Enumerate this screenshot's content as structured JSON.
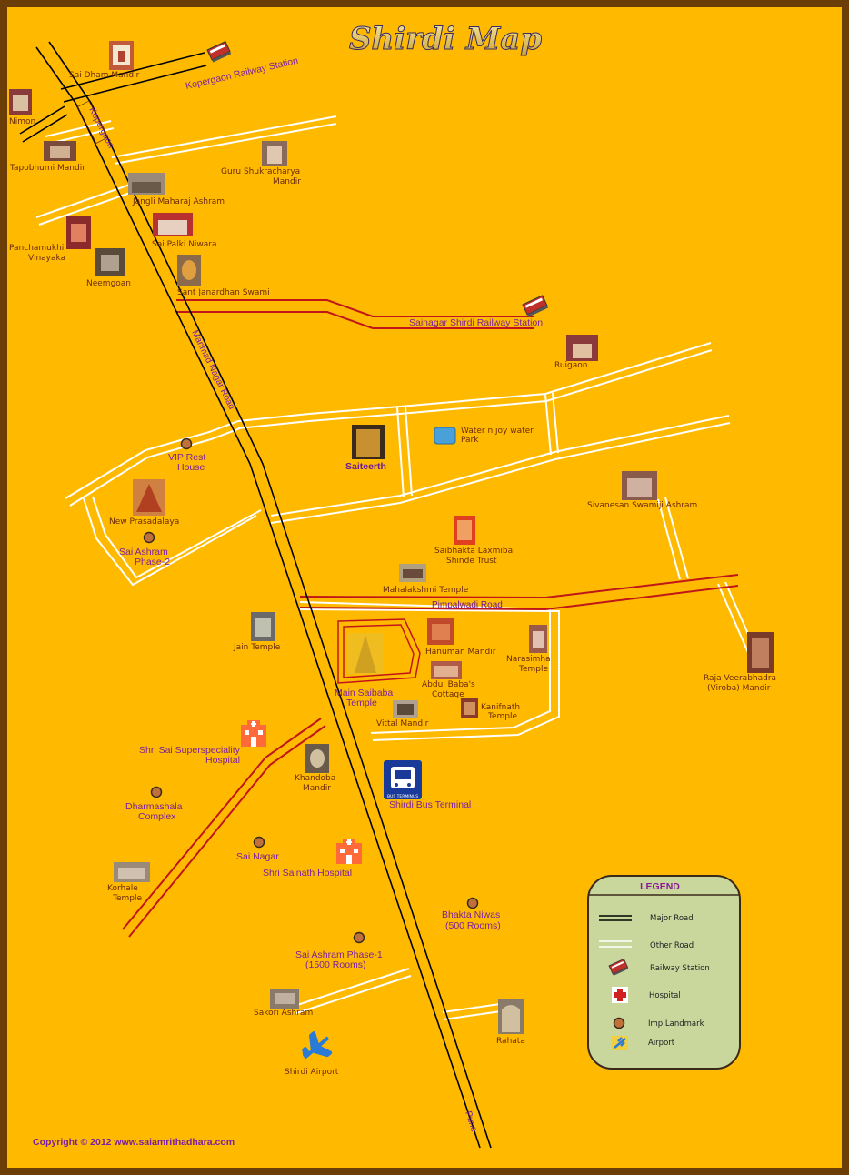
{
  "title": "Shirdi Map",
  "roads": {
    "kopergaon": "Kopergaon",
    "manmad": "Manmad Nagar Road",
    "pimpalwadi": "Pimpalwadi Road",
    "pune": "Pune",
    "kopergaon_station": "Kopergaon Railway Station",
    "sainagar_station": "Sainagar Shirdi Railway Station"
  },
  "places": {
    "sai_dham": "Sai Dham Mandir",
    "nimon": "Nimon",
    "tapobhumi": "Tapobhumi Mandir",
    "guru_shukra_1": "Guru Shukracharya",
    "guru_shukra_2": "Mandir",
    "jangli": "Jangli Maharaj Ashram",
    "sai_palki": "Sai Palki Niwara",
    "panchamukhi_1": "Panchamukhi",
    "panchamukhi_2": "Vinayaka",
    "neemgoan": "Neemgoan",
    "janardhan": "Sant Janardhan Swami",
    "ruigaon": "Ruigaon",
    "water_park_1": "Water n joy water",
    "water_park_2": "Park",
    "saiteerth": "Saiteerth",
    "vip_1": "VIP Rest",
    "vip_2": "House",
    "new_prasad": "New Prasadalaya",
    "ashram2_1": "Sai Ashram",
    "ashram2_2": "Phase-2",
    "sivanesan": "Sivanesan Swamiji Ashram",
    "laxmibai_1": "Saibhakta Laxmibai",
    "laxmibai_2": "Shinde Trust",
    "mahalakshmi": "Mahalakshmi Temple",
    "jain": "Jain Temple",
    "hanuman": "Hanuman Mandir",
    "narasimha_1": "Narasimha",
    "narasimha_2": "Temple",
    "veerabhadra_1": "Raja Veerabhadra",
    "veerabhadra_2": "(Viroba) Mandir",
    "abdul_1": "Abdul Baba's",
    "abdul_2": "Cottage",
    "saibaba_1": "Main Saibaba",
    "saibaba_2": "Temple",
    "vittal": "Vittal Mandir",
    "kanifnath_1": "Kanifnath",
    "kanifnath_2": "Temple",
    "superspec_1": "Shri Sai Superspeciality",
    "superspec_2": "Hospital",
    "khandoba_1": "Khandoba",
    "khandoba_2": "Mandir",
    "bus_terminal": "Shirdi Bus Terminal",
    "bus_icon": "BUS TERMINUS",
    "dharmashala_1": "Dharmashala",
    "dharmashala_2": "Complex",
    "sai_nagar": "Sai Nagar",
    "sainath_hosp": "Shri Sainath Hospital",
    "korhale_1": "Korhale",
    "korhale_2": "Temple",
    "bhakta_1": "Bhakta Niwas",
    "bhakta_2": "(500 Rooms)",
    "ashram1_1": "Sai Ashram Phase-1",
    "ashram1_2": "(1500 Rooms)",
    "sakori": "Sakori Ashram",
    "rahata": "Rahata",
    "airport": "Shirdi Airport"
  },
  "legend": {
    "title": "LEGEND",
    "major_road": "Major Road",
    "other_road": "Other Road",
    "railway": "Railway Station",
    "hospital": "Hospital",
    "landmark": "Imp Landmark",
    "airport": "Airport"
  },
  "copyright": "Copyright © 2012 www.saiamrithadhara.com",
  "colors": {
    "background": "#ffba00",
    "frame": "#6b3e08",
    "major_road": "#000000",
    "other_road": "#ffffff",
    "red_road": "#c0161a",
    "label_purple": "#7a1fa0",
    "label_brown": "#6b2a0a",
    "legend_fill": "#c9d79c"
  },
  "icons": {
    "railway": "railway-station-icon",
    "hospital": "hospital-icon",
    "landmark": "landmark-dot-icon",
    "airport": "airport-icon",
    "bus": "bus-terminus-icon",
    "temple": "temple-photo-icon"
  }
}
